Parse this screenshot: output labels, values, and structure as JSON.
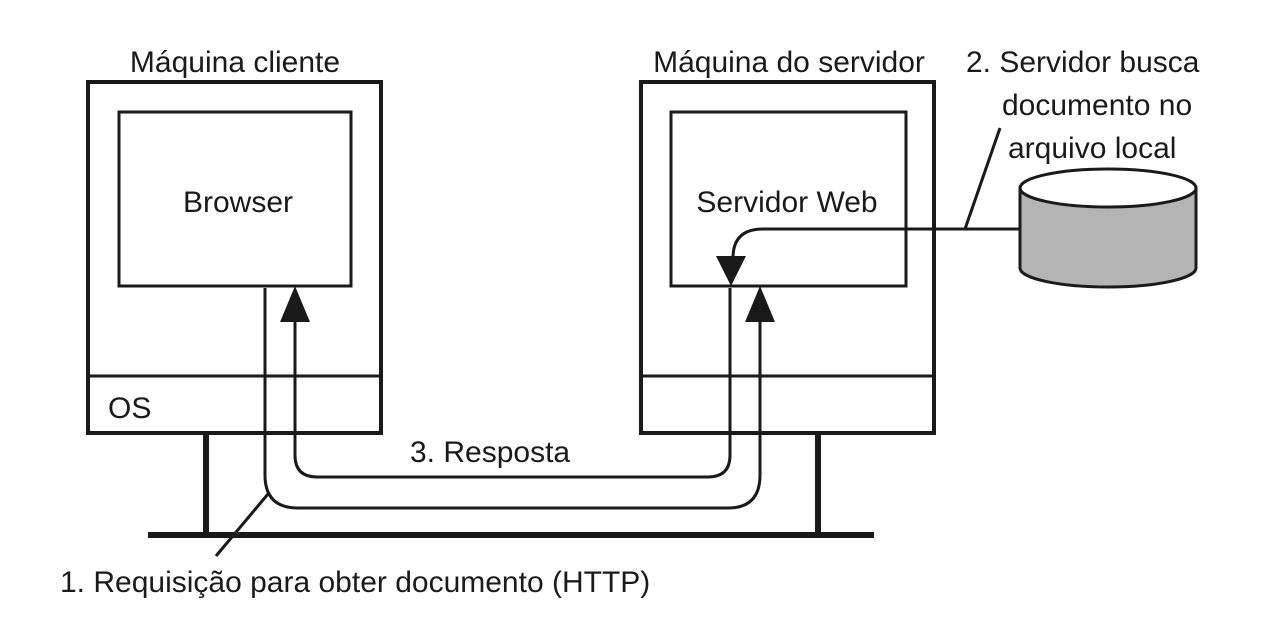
{
  "client": {
    "title": "Máquina cliente",
    "app_label": "Browser",
    "os_label": "OS"
  },
  "server": {
    "title": "Máquina do servidor",
    "app_label": "Servidor Web"
  },
  "steps": {
    "step1": "1. Requisição para obter documento (HTTP)",
    "step2_line1": "2. Servidor busca",
    "step2_line2": "documento no",
    "step2_line3": "arquivo local",
    "step3": "3. Resposta"
  },
  "colors": {
    "stroke": "#1a1a1a",
    "disk_fill": "#b4b4b4",
    "background": "#ffffff"
  }
}
